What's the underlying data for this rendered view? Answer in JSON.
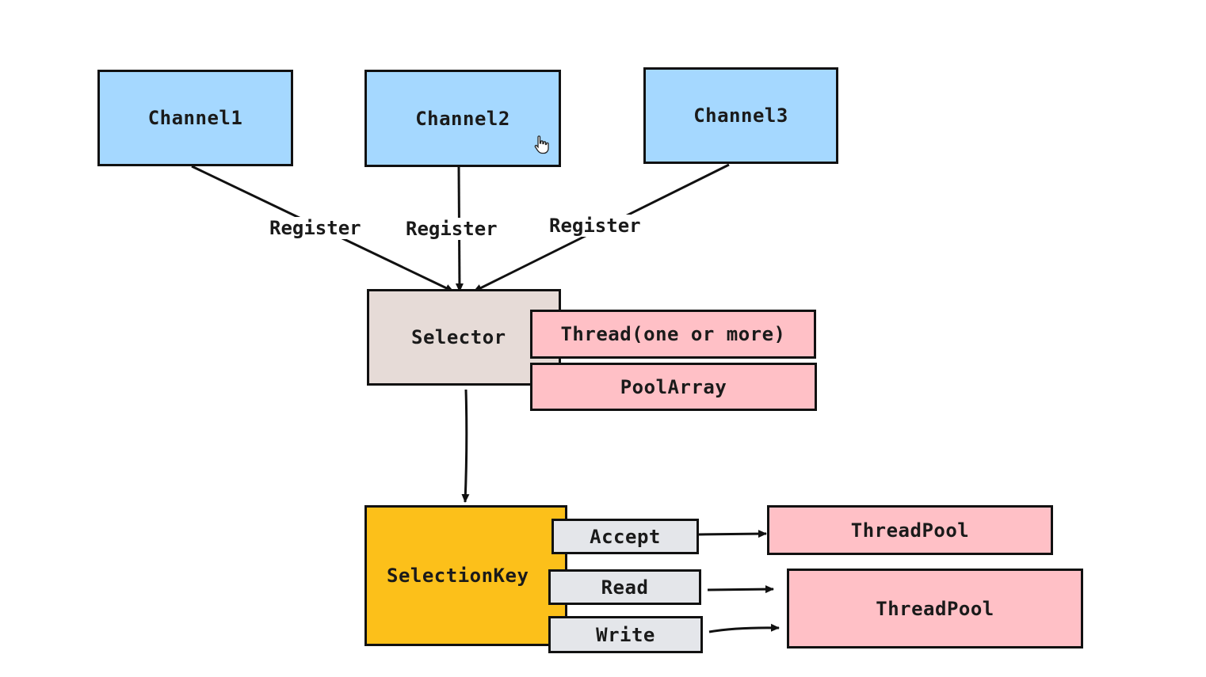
{
  "nodes": {
    "channel1": "Channel1",
    "channel2": "Channel2",
    "channel3": "Channel3",
    "selector": "Selector",
    "thread": "Thread(one or more)",
    "pool_array": "PoolArray",
    "selection_key": "SelectionKey",
    "accept": "Accept",
    "read": "Read",
    "write": "Write",
    "thread_pool_accept": "ThreadPool",
    "thread_pool_rw": "ThreadPool"
  },
  "edges": {
    "register_1": "Register",
    "register_2": "Register",
    "register_3": "Register"
  },
  "colors": {
    "channel": "#a5d8ff",
    "selector": "#e6dbd7",
    "pool": "#ffc0c6",
    "selection_key": "#fcc01a",
    "event": "#e4e6ea"
  }
}
